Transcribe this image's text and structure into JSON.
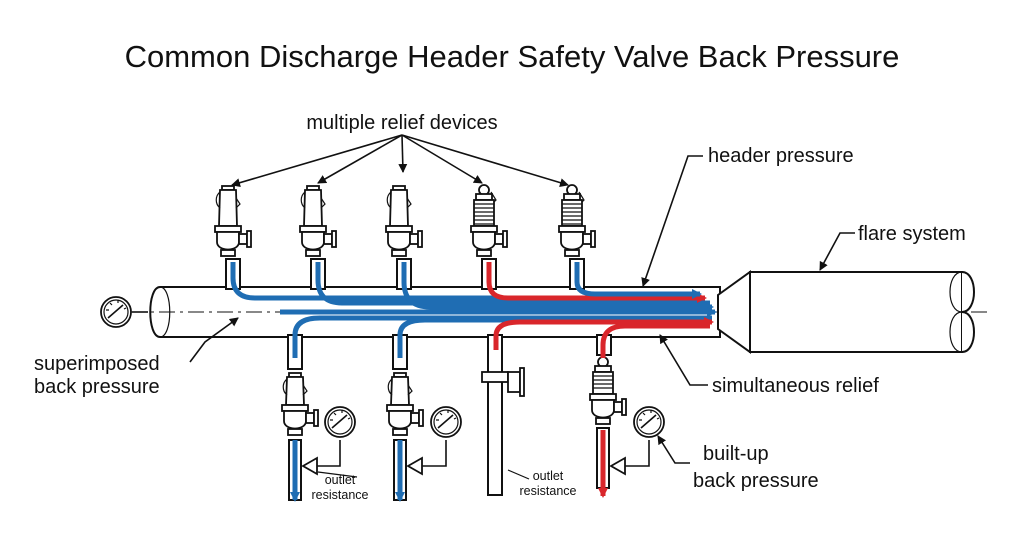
{
  "title": "Common Discharge Header Safety Valve Back Pressure",
  "labels": {
    "multiple_relief_devices": "multiple relief devices",
    "header_pressure": "header pressure",
    "flare_system": "flare system",
    "superimposed_1": "superimposed",
    "superimposed_2": "back pressure",
    "simultaneous_relief": "simultaneous relief",
    "built_up_1": "built-up",
    "built_up_2": "back pressure",
    "outlet": "outlet",
    "resistance": "resistance"
  },
  "colors": {
    "blue_flow": "#1f6db3",
    "red_flow": "#d9262b",
    "outline": "#111111"
  },
  "icons": [
    "pressure-gauge-icon",
    "relief-valve-icon",
    "bellows-valve-icon",
    "control-valve-icon"
  ]
}
